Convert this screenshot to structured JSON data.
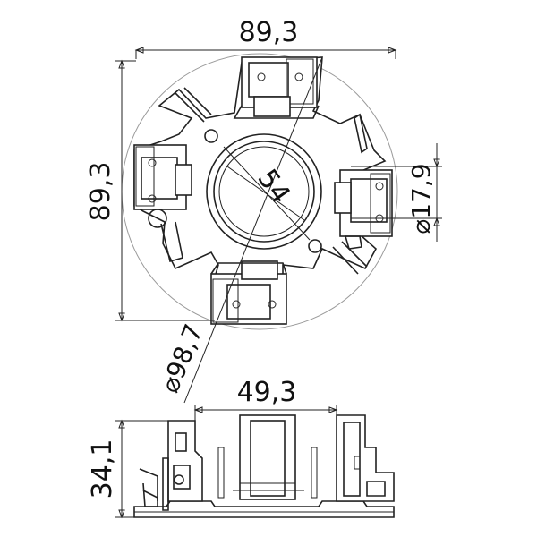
{
  "dimensions": {
    "width": "89,3",
    "height": "89,3",
    "center": "54",
    "bore": "⌀17,9",
    "outer": "⌀98,7",
    "span": "49,3",
    "depth": "34,1"
  },
  "colors": {
    "ink": "#222222",
    "circle": "#9a9a9a",
    "background": "#ffffff"
  }
}
